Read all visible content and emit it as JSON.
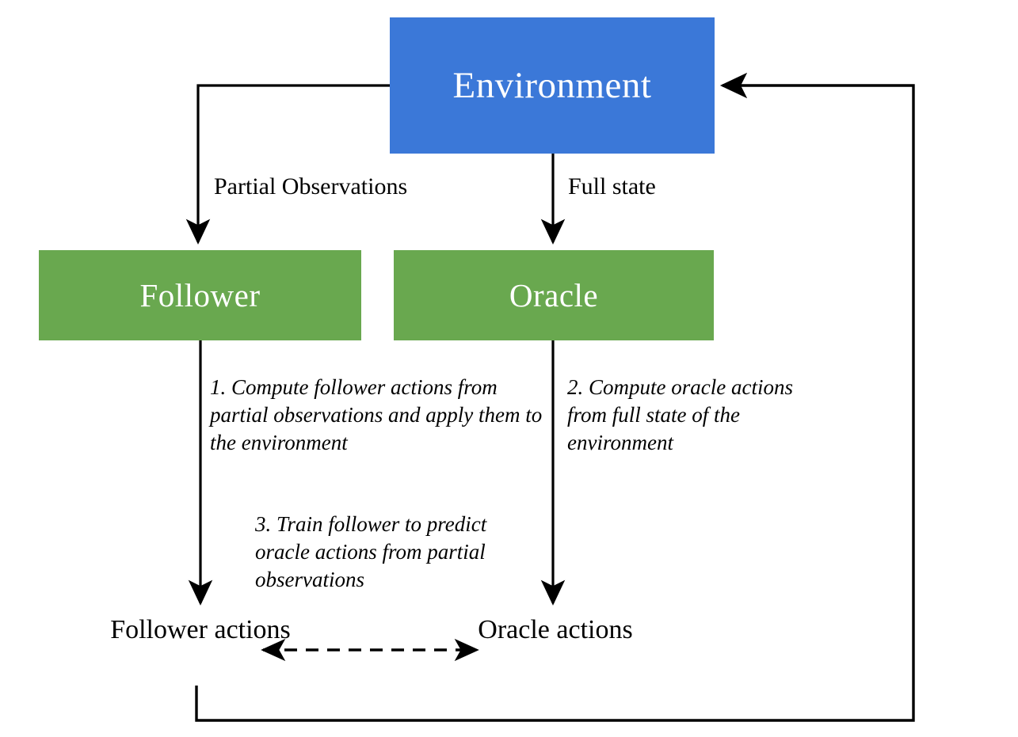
{
  "diagram": {
    "title_nodes": {
      "environment": "Environment",
      "follower": "Follower",
      "oracle": "Oracle"
    },
    "edge_labels": {
      "partial_observations": "Partial Observations",
      "full_state": "Full state"
    },
    "steps": {
      "step1": "1. Compute follower actions from partial observations and apply them to the environment",
      "step2": "2. Compute oracle actions from full state of the environment",
      "step3": "3. Train follower to predict oracle actions from partial observations"
    },
    "terminals": {
      "follower_actions": "Follower actions",
      "oracle_actions": "Oracle actions"
    },
    "colors": {
      "environment_fill": "#3b78d8",
      "agent_fill": "#69a84f",
      "node_text": "#ffffff",
      "line": "#000000",
      "background": "#ffffff"
    }
  }
}
